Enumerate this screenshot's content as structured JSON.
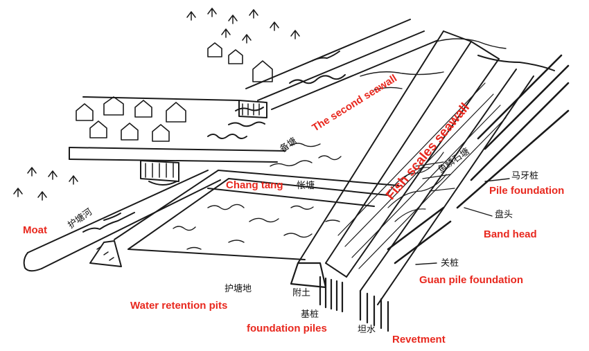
{
  "labels_en": {
    "second_seawall": "The second seawall",
    "fish_scales_seawall": "Fish scales seawall",
    "chang_tang": "Chang tang",
    "pile_foundation": "Pile  foundation",
    "band_head": "Band head",
    "moat": "Moat",
    "guan_pile_foundation": "Guan pile foundation",
    "water_retention_pits": "Water retention pits",
    "foundation_piles": "foundation piles",
    "revetment": "Revetment"
  },
  "labels_zh": {
    "bei_tang": "备塘",
    "yu_lin_shi_tang": "鱼鳞石塘",
    "chang_tang": "怅塘",
    "ma_ya_zhuang": "马牙桩",
    "pan_tou": "盘头",
    "hu_tang_he": "护塘河",
    "guan_zhuang": "关桩",
    "hu_tang_di": "护塘地",
    "fu_tu": "附土",
    "ji_zhuang": "基桩",
    "tan_shui": "坦水"
  },
  "colors": {
    "label_en": "#e8281e",
    "label_zh": "#111111",
    "ink": "#1a1a1a"
  }
}
